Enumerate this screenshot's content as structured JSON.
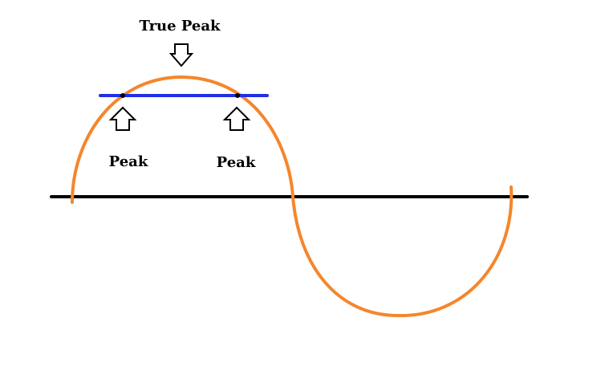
{
  "labels": {
    "true_peak": "True Peak",
    "peak_left": "Peak",
    "peak_right": "Peak"
  },
  "colors": {
    "background": "#ffffff",
    "waveform": "#f5862c",
    "sample_line": "#1f2fe6",
    "baseline": "#000000",
    "arrow_stroke": "#000000",
    "arrow_fill": "#ffffff",
    "sample_point": "#000000",
    "label_text": "#000000"
  },
  "icons": {
    "true_peak_marker": "arrow-down-icon",
    "peak_markers": "arrow-up-icon"
  }
}
